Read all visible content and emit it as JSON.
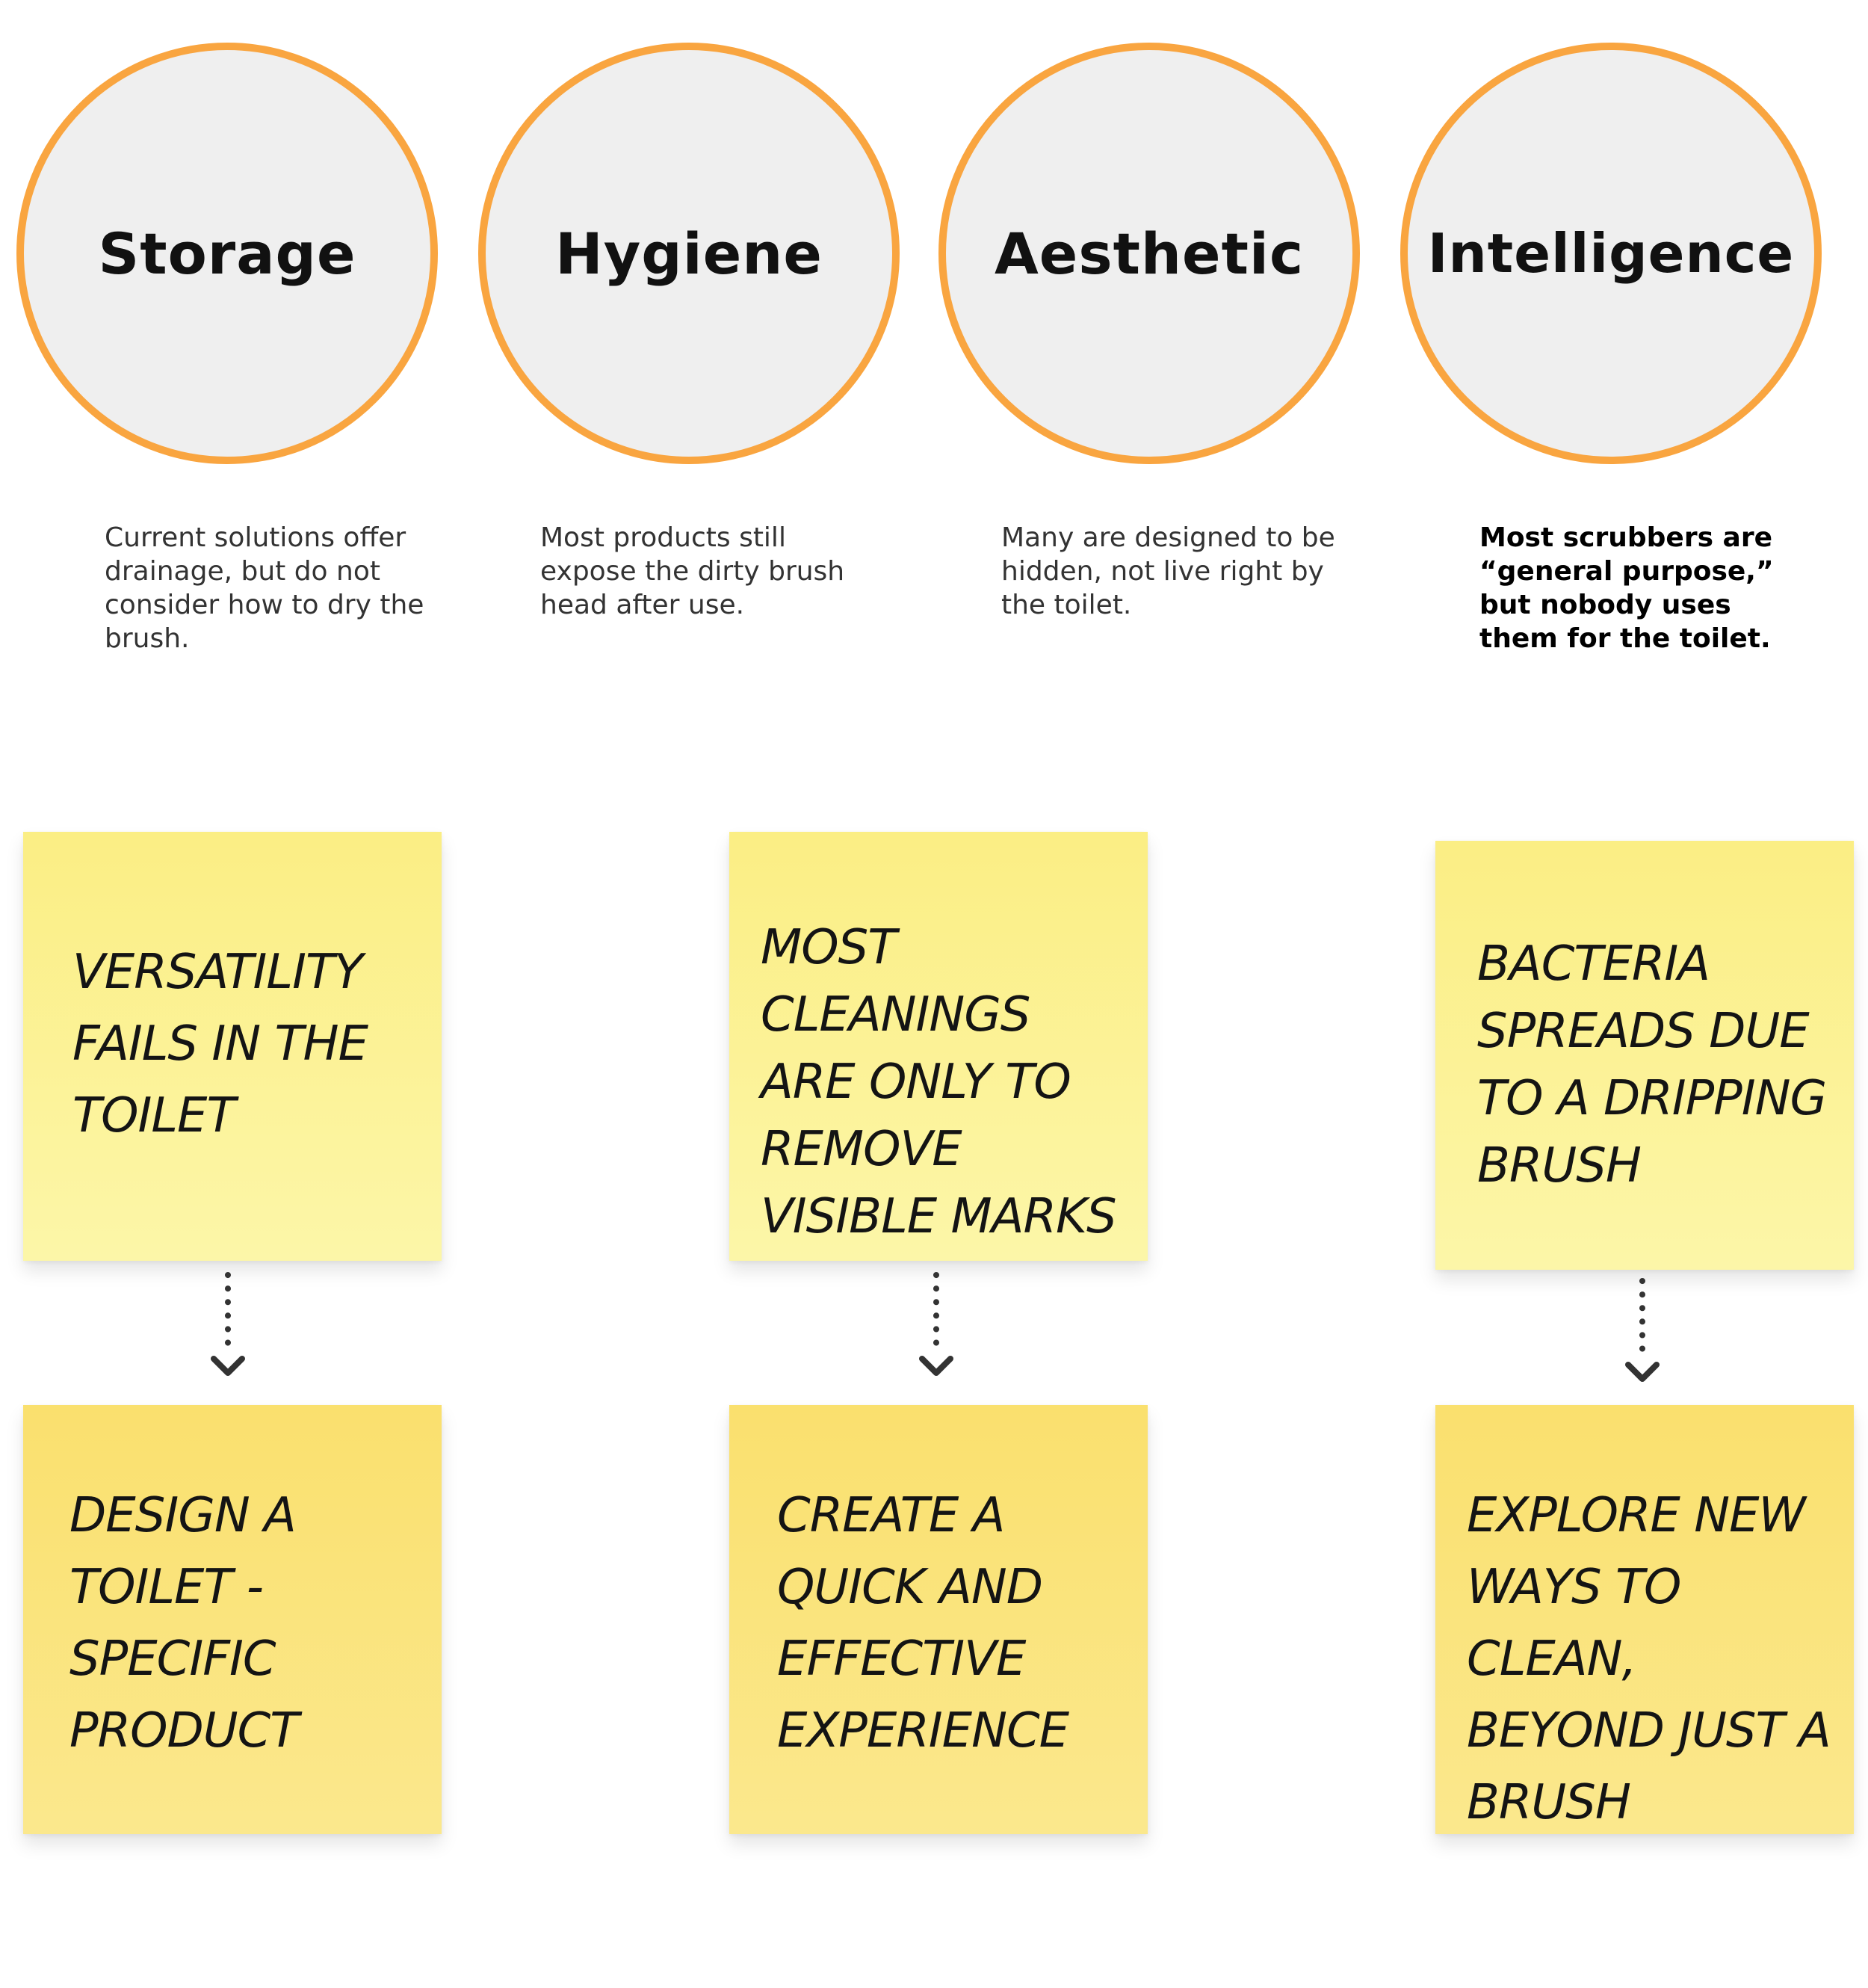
{
  "circles": [
    {
      "label": "Storage",
      "description": "Current solutions offer drainage, but do not consider how to dry the brush."
    },
    {
      "label": "Hygiene",
      "description": "Most products still expose the dirty brush head after use."
    },
    {
      "label": "Aesthetic",
      "description": "Many are designed to be hidden, not live right by the toilet."
    },
    {
      "label": "Intelligence",
      "description": "Most scrubbers are “general purpose,” but nobody uses them for the toilet."
    }
  ],
  "insights": [
    "VERSATILITY FAILS IN THE TOILET",
    "MOST CLEANINGS ARE ONLY TO REMOVE VISIBLE MARKS",
    "BACTERIA SPREADS DUE TO A DRIPPING BRUSH"
  ],
  "opportunities": [
    "DESIGN A TOILET - SPECIFIC PRODUCT",
    "CREATE A QUICK AND EFFECTIVE EXPERIENCE",
    "EXPLORE NEW WAYS TO CLEAN, BEYOND JUST A BRUSH"
  ],
  "colors": {
    "circle_border": "#f9a540",
    "circle_fill": "#efefef",
    "sticky_light": "#fcf3a0",
    "sticky_dark": "#fae47a",
    "arrow": "#333333"
  }
}
